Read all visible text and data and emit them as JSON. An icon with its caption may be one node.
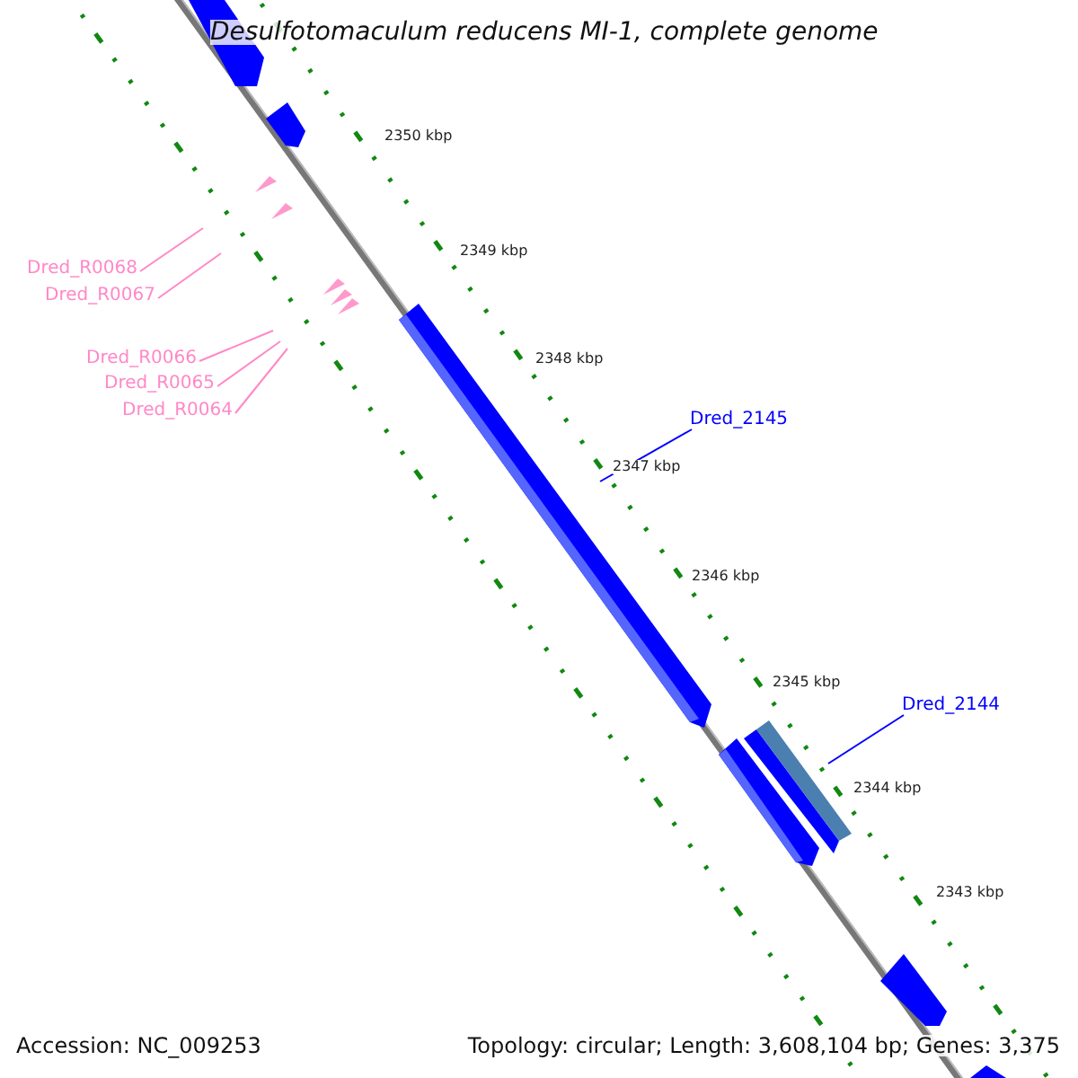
{
  "diagram": {
    "title": "Desulfotomaculum reducens MI-1, complete genome",
    "nodes": [
      {
        "text": [
          "Dred_R0068"
        ]
      },
      {
        "text": [
          "Dred_R0067"
        ]
      },
      {
        "text": [
          "Dred_R0066"
        ]
      },
      {
        "text": [
          "Dred_R0065"
        ]
      },
      {
        "text": [
          "Dred_R0064"
        ]
      },
      {
        "text": [
          "Dred_2145"
        ]
      },
      {
        "text": [
          "Dred_2144"
        ]
      }
    ],
    "edges": [
      {
        "from": 0,
        "to": null,
        "arrow": "none"
      },
      {
        "from": 1,
        "to": null,
        "arrow": "none"
      },
      {
        "from": 2,
        "to": null,
        "arrow": "none"
      },
      {
        "from": 3,
        "to": null,
        "arrow": "none"
      },
      {
        "from": 4,
        "to": null,
        "arrow": "none"
      },
      {
        "from": 5,
        "to": null,
        "arrow": "none",
        "color": "#0000ff"
      },
      {
        "from": 6,
        "to": null,
        "arrow": "none",
        "color": "#0000ff"
      }
    ],
    "labels": [
      "2350 kbp",
      "2349 kbp",
      "2348 kbp",
      "2347 kbp",
      "2346 kbp",
      "2345 kbp",
      "2344 kbp",
      "2343 kbp",
      "Accession: NC_009253",
      "Topology: circular; Length: 3,608,104 bp; Genes: 3,375"
    ]
  }
}
